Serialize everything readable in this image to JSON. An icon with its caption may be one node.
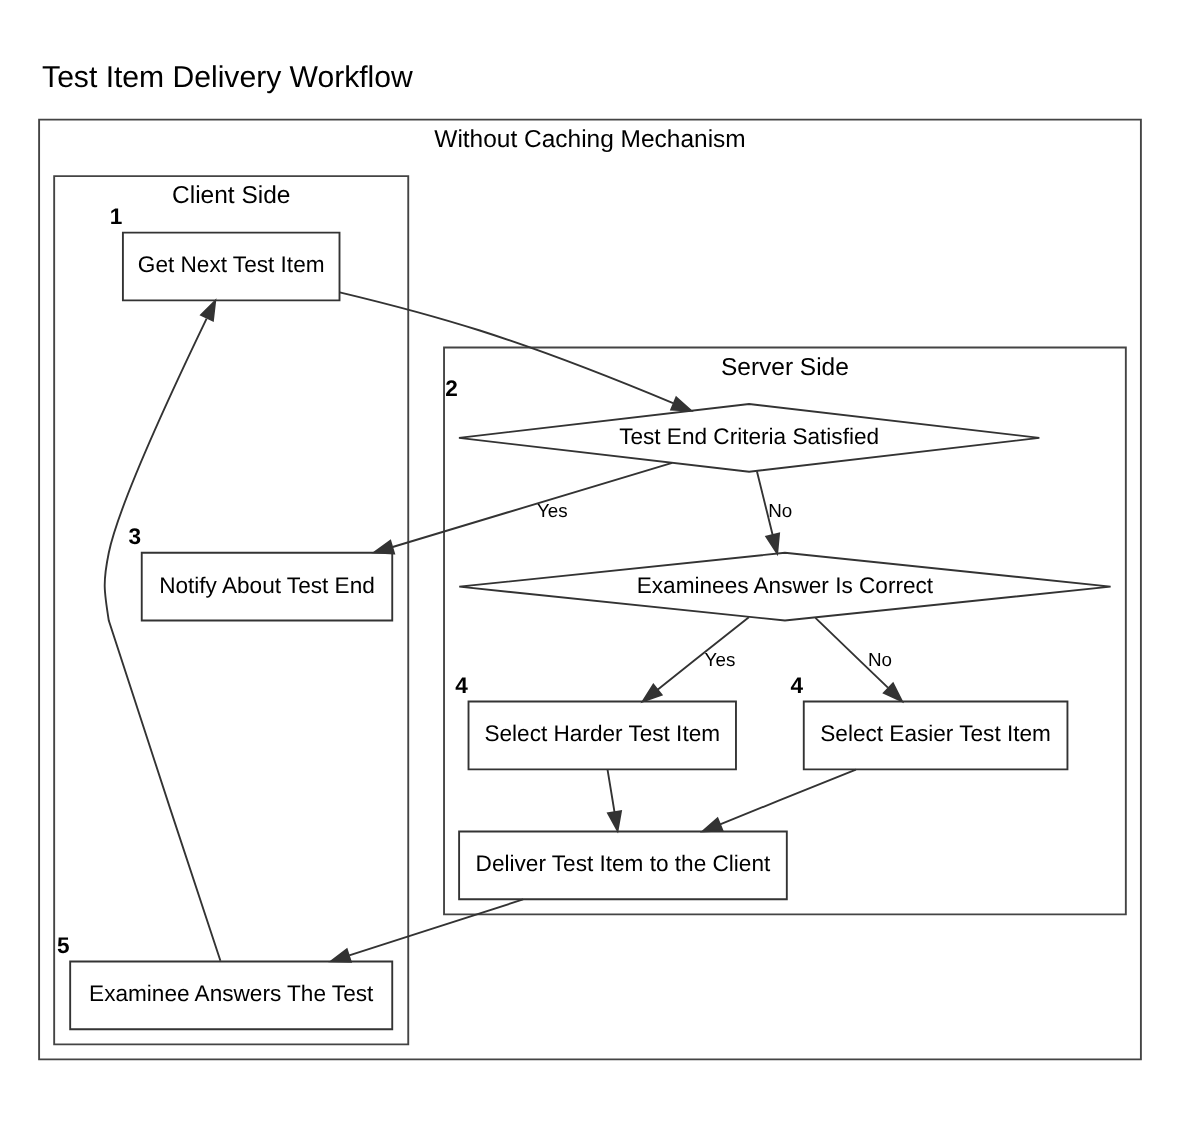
{
  "diagram": {
    "title": "Test Item Delivery Workflow",
    "nodes": [
      {
        "text": [
          "Without Caching Mechanism"
        ]
      },
      {
        "text": [
          "Client Side"
        ],
        "in": 0
      },
      {
        "text": [
          "Server Side"
        ],
        "in": 0
      },
      {
        "text": [
          "Get Next Test Item"
        ],
        "in": 1,
        "beside": [
          "1"
        ]
      },
      {
        "text": [
          "Examinee Answers The Test"
        ],
        "in": 1,
        "beside": [
          "5"
        ]
      },
      {
        "text": [
          "Notify About Test End"
        ],
        "in": 1,
        "beside": [
          "3"
        ]
      },
      {
        "text": [
          "Test End Criteria Satisfied"
        ],
        "in": 2,
        "beside": [
          "2"
        ]
      },
      {
        "text": [
          "Examinees Answer Is Correct"
        ],
        "in": 2
      },
      {
        "text": [
          "Select Harder Test Item"
        ],
        "in": 2,
        "beside": [
          "4"
        ]
      },
      {
        "text": [
          "Deliver Test Item to the Client"
        ],
        "in": 2
      },
      {
        "text": [
          "Select Easier Test Item"
        ],
        "in": 2,
        "beside": [
          "4"
        ]
      }
    ],
    "edges": [
      {
        "from": 3,
        "to": 6,
        "arrow": "to"
      },
      {
        "from": 6,
        "to": 5,
        "arrow": "to",
        "label": "Yes"
      },
      {
        "from": 6,
        "to": 7,
        "arrow": "to",
        "label": "No"
      },
      {
        "from": 7,
        "to": 8,
        "arrow": "to",
        "label": "Yes"
      },
      {
        "from": 7,
        "to": 10,
        "arrow": "to",
        "label": "No"
      },
      {
        "from": 8,
        "to": 9,
        "arrow": "to"
      },
      {
        "from": 10,
        "to": 9,
        "arrow": "to"
      },
      {
        "from": 9,
        "to": 4,
        "arrow": "to"
      },
      {
        "from": 4,
        "to": 3,
        "arrow": "to"
      }
    ]
  }
}
